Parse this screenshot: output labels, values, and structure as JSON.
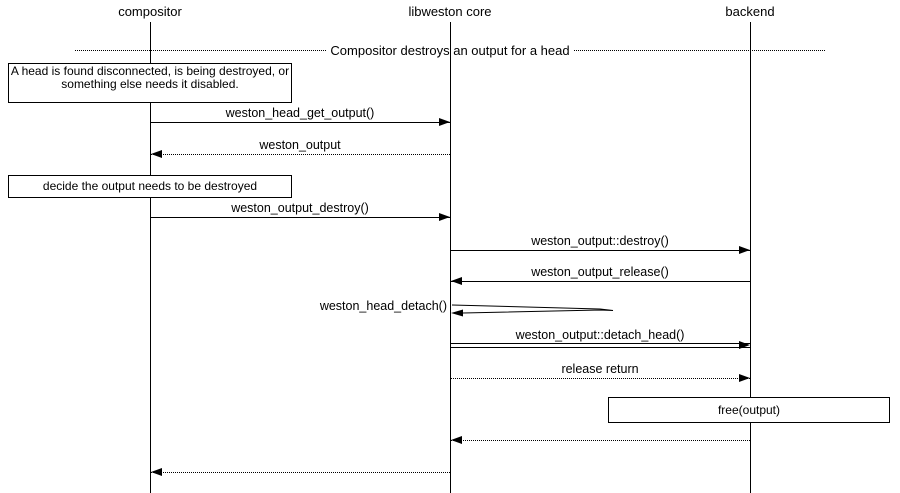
{
  "diagram": {
    "divider_title": "Compositor destroys an output for a head",
    "actors": [
      {
        "name": "compositor"
      },
      {
        "name": "libweston core"
      },
      {
        "name": "backend"
      }
    ],
    "notes": [
      {
        "text": "A head is found disconnected, is being destroyed, or something else needs it disabled."
      },
      {
        "text": "decide the output needs to be destroyed"
      },
      {
        "text": "free(output)"
      }
    ],
    "messages": [
      {
        "label": "weston_head_get_output()",
        "from": "compositor",
        "to": "libweston core",
        "line": "solid"
      },
      {
        "label": "weston_output",
        "from": "libweston core",
        "to": "compositor",
        "line": "dotted"
      },
      {
        "label": "weston_output_destroy()",
        "from": "compositor",
        "to": "libweston core",
        "line": "solid"
      },
      {
        "label": "weston_output::destroy()",
        "from": "libweston core",
        "to": "backend",
        "line": "solid"
      },
      {
        "label": "weston_output_release()",
        "from": "backend",
        "to": "libweston core",
        "line": "solid"
      },
      {
        "label": "weston_head_detach()",
        "from": "libweston core",
        "to": "libweston core",
        "line": "self"
      },
      {
        "label": "weston_output::detach_head()",
        "from": "libweston core",
        "to": "backend",
        "line": "double"
      },
      {
        "label": "release return",
        "from": "libweston core",
        "to": "backend",
        "line": "dotted"
      },
      {
        "label": "",
        "from": "backend",
        "to": "libweston core",
        "line": "dotted"
      },
      {
        "label": "",
        "from": "libweston core",
        "to": "compositor",
        "line": "dotted"
      }
    ],
    "colors": {
      "line": "#000000",
      "background": "#ffffff"
    }
  }
}
